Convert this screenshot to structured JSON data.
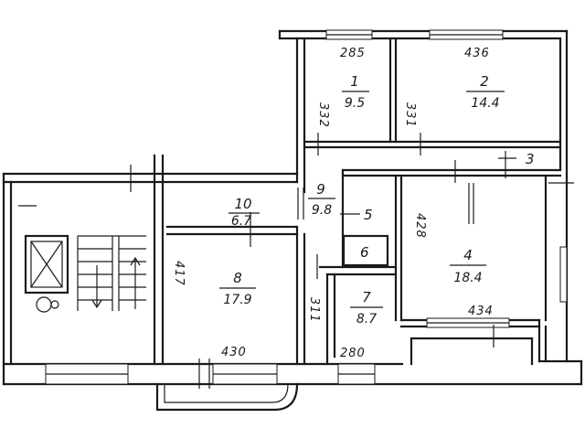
{
  "rooms": [
    {
      "id": "1",
      "number": "1",
      "area": "9.5"
    },
    {
      "id": "2",
      "number": "2",
      "area": "14.4"
    },
    {
      "id": "4",
      "number": "4",
      "area": "18.4"
    },
    {
      "id": "7",
      "number": "7",
      "area": "8.7"
    },
    {
      "id": "8",
      "number": "8",
      "area": "17.9"
    },
    {
      "id": "9",
      "number": "9",
      "area": "9.8"
    },
    {
      "id": "10",
      "number": "10",
      "area": "6.7"
    }
  ],
  "small_rooms": {
    "room_3": "3",
    "room_5": "5",
    "room_6": "6"
  },
  "dimensions": {
    "room1_width": "285",
    "room1_depth": "332",
    "room2_width": "436",
    "room2_depth": "331",
    "room4_depth": "428",
    "room4_width": "434",
    "room8_depth": "417",
    "room8_width": "430",
    "room7_depth": "311",
    "room7_width": "280"
  }
}
